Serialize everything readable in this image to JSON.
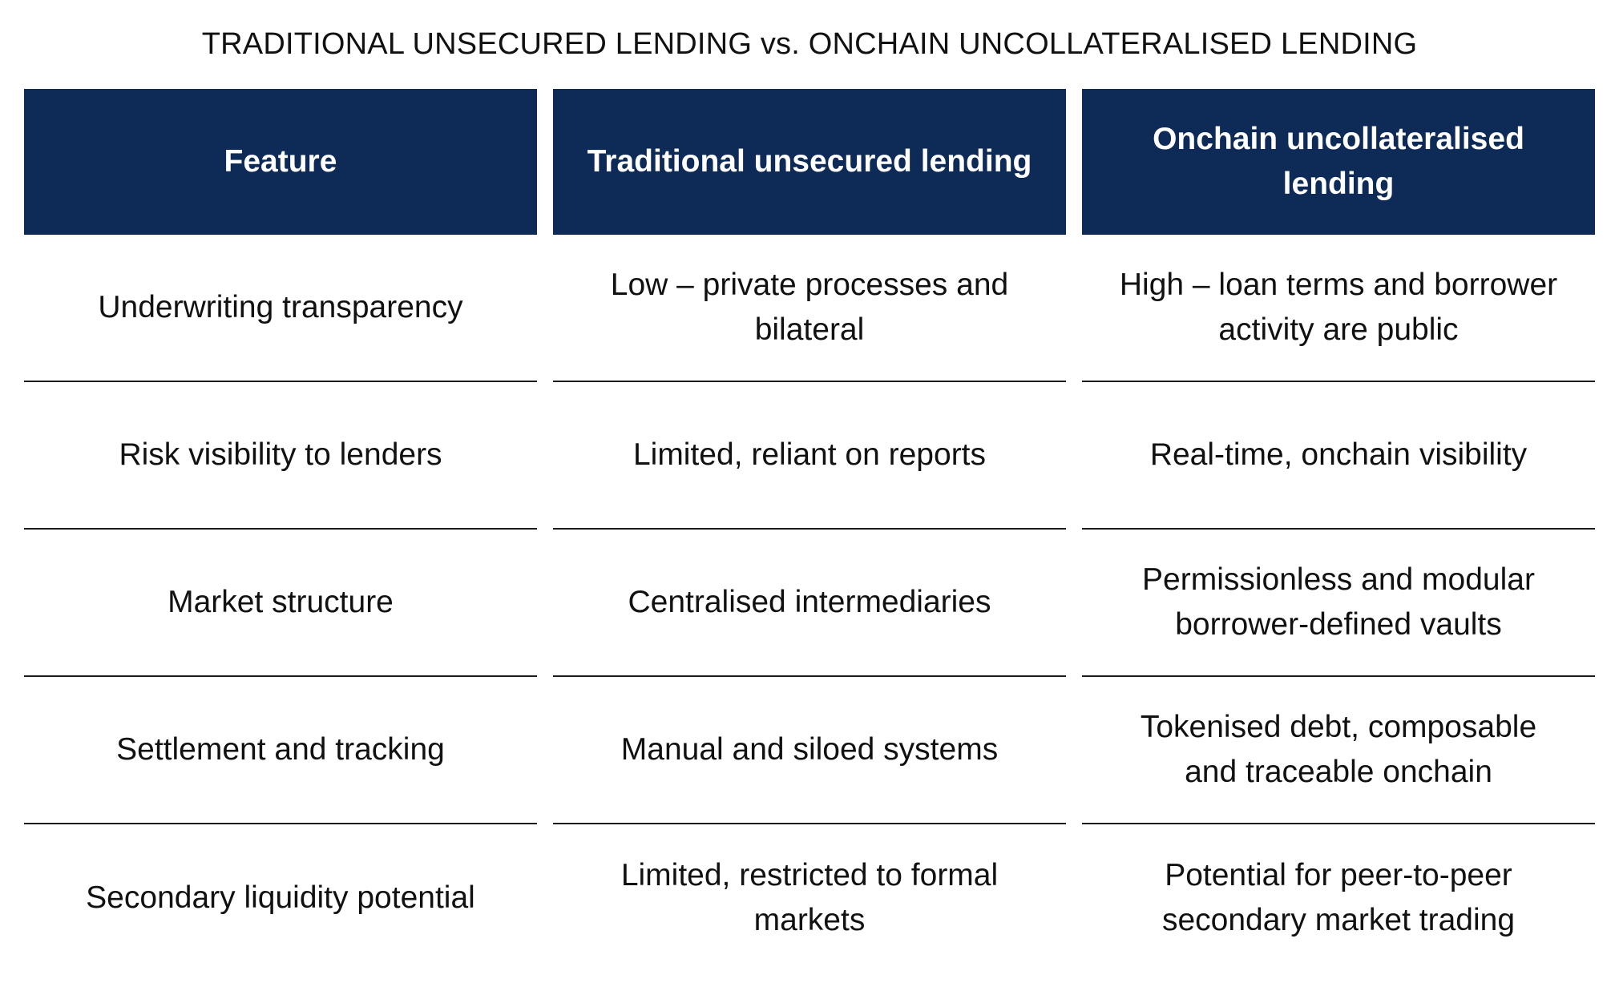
{
  "title": "TRADITIONAL UNSECURED LENDING vs. ONCHAIN UNCOLLATERALISED LENDING",
  "table": {
    "headers": [
      "Feature",
      "Traditional unsecured lending",
      "Onchain uncollateralised lending"
    ],
    "rows": [
      [
        "Underwriting transparency",
        "Low – private processes and bilateral",
        "High – loan terms and borrower activity are public"
      ],
      [
        "Risk visibility to lenders",
        "Limited, reliant on reports",
        "Real-time, onchain visibility"
      ],
      [
        "Market structure",
        "Centralised intermediaries",
        "Permissionless and modular borrower-defined vaults"
      ],
      [
        "Settlement and tracking",
        "Manual and siloed systems",
        "Tokenised debt, composable and traceable onchain"
      ],
      [
        "Secondary liquidity potential",
        "Limited, restricted to formal markets",
        "Potential for peer-to-peer secondary market trading"
      ]
    ]
  },
  "colors": {
    "header_bg": "#0e2a56",
    "header_text": "#ffffff",
    "divider": "#1a1a1a"
  }
}
